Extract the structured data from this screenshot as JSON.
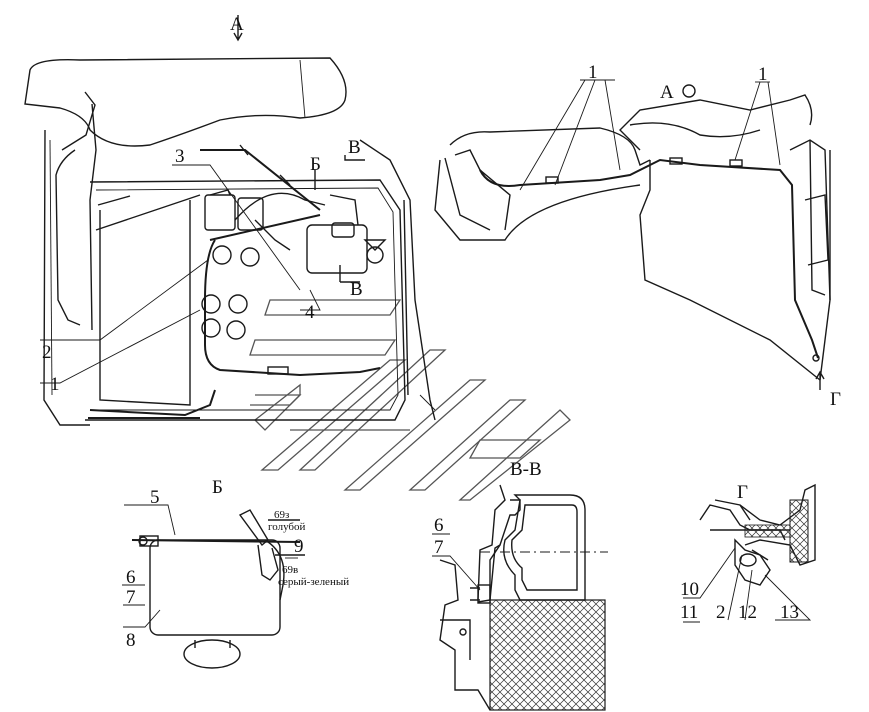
{
  "view_markers": {
    "A_top": "А",
    "A_right": "А",
    "B": "Б",
    "V_top": "В",
    "V_bottom": "В",
    "G": "Г"
  },
  "section_titles": {
    "B": "Б",
    "VV": "В-В",
    "G": "Г"
  },
  "callouts_main": {
    "c1_left": "1",
    "c2": "2",
    "c3": "3",
    "c4": "4"
  },
  "callouts_view_a": {
    "c1a": "1",
    "c1b": "1"
  },
  "callouts_b": {
    "c5": "5",
    "c6": "6",
    "c7": "7",
    "c8": "8",
    "c9": "9"
  },
  "wire_labels": {
    "w1_code": "69з",
    "w1_color": "голубой",
    "w2_code": "69в",
    "w2_color": "серый-зеленый"
  },
  "callouts_vv": {
    "c6": "6",
    "c7": "7"
  },
  "callouts_g": {
    "c10": "10",
    "c11": "11",
    "c2": "2",
    "c12": "12",
    "c13": "13"
  }
}
